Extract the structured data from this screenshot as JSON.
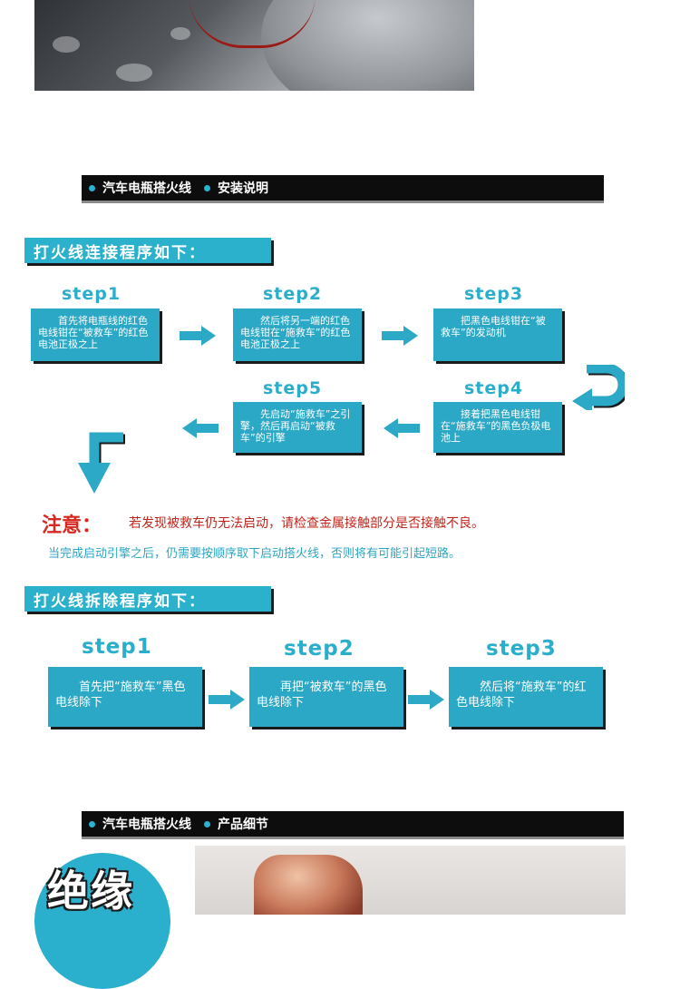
{
  "banner1": {
    "left": "汽车电瓶搭火线",
    "right": "安装说明"
  },
  "connect": {
    "title": "打火线连接程序如下：",
    "steps": [
      {
        "label": "step1",
        "text": "首先将电瓶线的红色电线钳在“被救车”的红色电池正极之上"
      },
      {
        "label": "step2",
        "text": "然后将另一端的红色电线钳在“施救车”的红色电池正极之上"
      },
      {
        "label": "step3",
        "text": "把黑色电线钳在“被救车”的发动机"
      },
      {
        "label": "step4",
        "text": "接着把黑色电线钳在“施救车”的黑色负极电池上"
      },
      {
        "label": "step5",
        "text": "先启动“施救车”之引擎，然后再启动“被救车”的引擎"
      }
    ]
  },
  "note": {
    "label": "注意：",
    "text": "若发现被救车仍无法启动，请检查金属接触部分是否接触不良。",
    "sub": "当完成启动引擎之后，仍需要按顺序取下启动搭火线，否则将有可能引起短路。"
  },
  "remove": {
    "title": "打火线拆除程序如下：",
    "steps": [
      {
        "label": "step1",
        "text": "首先把“施救车”黑色电线除下"
      },
      {
        "label": "step2",
        "text": "再把“被救车”的黑色电线除下"
      },
      {
        "label": "step3",
        "text": "然后将“施救车”的红色电线除下"
      }
    ]
  },
  "banner2": {
    "left": "汽车电瓶搭火线",
    "right": "产品细节"
  },
  "badge": {
    "text": "绝缘"
  },
  "colors": {
    "accent": "#2aa8c5",
    "note_red": "#d6281f",
    "banner_bg": "#0d0d0d"
  }
}
